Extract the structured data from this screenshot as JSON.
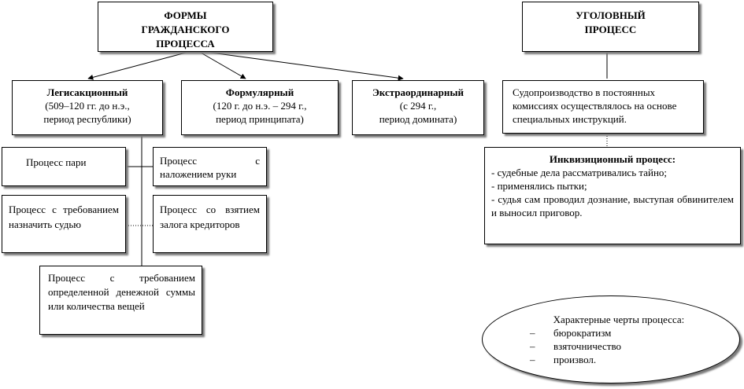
{
  "civil": {
    "title": [
      "ФОРМЫ",
      "ГРАЖДАНСКОГО",
      "ПРОЦЕССА"
    ],
    "forms": [
      {
        "name": "Легисакционный",
        "lines": [
          "(509–120 гг. до н.э.,",
          "период республики)"
        ]
      },
      {
        "name": "Формулярный",
        "lines": [
          "(120 г. до н.э. – 294 г.,",
          "период принципата)"
        ]
      },
      {
        "name": "Экстраординарный",
        "lines": [
          "(с 294 г.,",
          "период домината)"
        ]
      }
    ],
    "legis_processes": [
      "Процесс пари",
      "Процесс с наложением руки",
      "Процесс с требованием назначить судью",
      "Процесс со взятием залога кредиторов",
      "Процесс с требованием определенной денежной суммы или количества вещей"
    ]
  },
  "criminal": {
    "title": [
      "УГОЛОВНЫЙ",
      "ПРОЦЕСС"
    ],
    "commissions": "Судопроизводство в постоянных комиссиях осуществлялось на основе специальных инструкций.",
    "inquisition": {
      "title": "Инквизиционный процесс:",
      "items": [
        "- судебные дела рассматривались тайно;",
        "- применялись пытки;",
        "- судья сам проводил дознание, выступая обвинителем и выносил приговор."
      ]
    },
    "features": {
      "title": "Характерные черты процесса:",
      "items": [
        "бюрократизм",
        "взяточничество",
        "произвол."
      ],
      "bullet": "–"
    }
  }
}
